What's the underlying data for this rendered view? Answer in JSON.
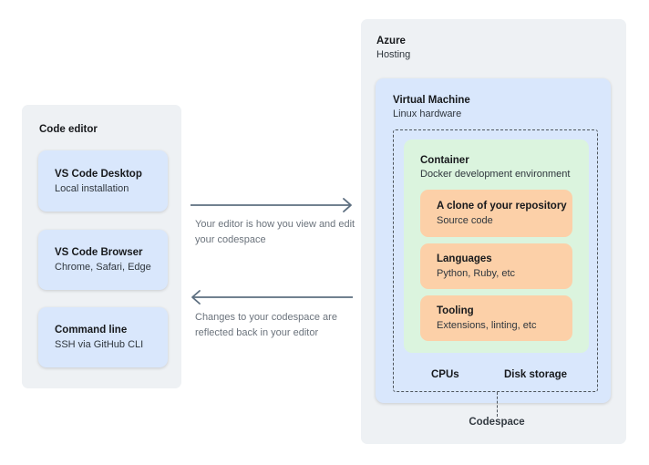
{
  "diagram": {
    "left_panel": {
      "title": "Code editor",
      "boxes": [
        {
          "title": "VS Code Desktop",
          "subtitle": "Local installation"
        },
        {
          "title": "VS Code Browser",
          "subtitle": "Chrome, Safari, Edge"
        },
        {
          "title": "Command line",
          "subtitle": "SSH via GitHub CLI"
        }
      ]
    },
    "flows": [
      {
        "direction": "right",
        "caption": "Your editor is how you view and edit your codespace"
      },
      {
        "direction": "left",
        "caption": "Changes to your codespace are reflected back in your editor"
      }
    ],
    "right_panel": {
      "title": "Azure",
      "subtitle": "Hosting",
      "vm": {
        "title": "Virtual Machine",
        "subtitle": "Linux hardware",
        "container": {
          "title": "Container",
          "subtitle": "Docker development environment",
          "boxes": [
            {
              "title": "A clone of your repository",
              "subtitle": "Source code"
            },
            {
              "title": "Languages",
              "subtitle": "Python, Ruby, etc"
            },
            {
              "title": "Tooling",
              "subtitle": "Extensions, linting, etc"
            }
          ]
        },
        "resources": [
          "CPUs",
          "Disk storage"
        ]
      },
      "annotation": "Codespace"
    },
    "colors": {
      "panel_bg": "#eef1f4",
      "blue": "#d9e7fc",
      "green": "#dbf4de",
      "orange": "#fcd0a8",
      "dash": "#4d545c",
      "arrow": "#5d6f80",
      "caption_text": "#6b737c",
      "title_text": "#17191c"
    }
  }
}
